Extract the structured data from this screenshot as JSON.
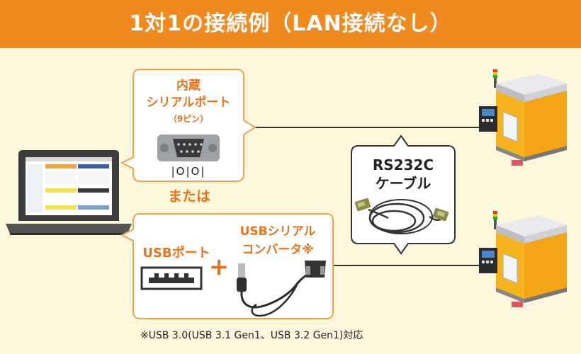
{
  "title": "1対1の接続例（LAN接続なし）",
  "builtin_port": {
    "line1": "内蔵",
    "line2": "シリアルポート",
    "line3": "（9ピン）",
    "symbol": "|O|O|"
  },
  "or_text": "または",
  "usb_port_label": "USBポート",
  "plus": "+",
  "converter_label_line1": "USBシリアル",
  "converter_label_line2": "コンバータ※",
  "cable_label_line1": "RS232C",
  "cable_label_line2": "ケーブル",
  "footnote": "※USB 3.0(USB 3.1 Gen1、USB 3.2 Gen1)対応",
  "colors": {
    "banner": "#f08a1e",
    "background": "#fdf8dc",
    "accent_text": "#e8731a",
    "bubble_border": "#f2a24a"
  }
}
